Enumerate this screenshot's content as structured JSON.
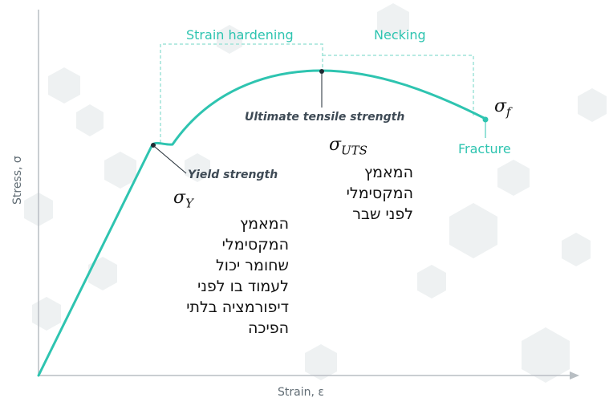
{
  "axes": {
    "y_label": "Stress, σ",
    "x_label": "Strain, ε"
  },
  "regions": {
    "strain_hardening": "Strain hardening",
    "necking": "Necking"
  },
  "points": {
    "yield_strength": "Yield strength",
    "ultimate_tensile_strength": "Ultimate tensile strength",
    "fracture": "Fracture"
  },
  "symbols": {
    "sigma_y": {
      "base": "σ",
      "sub": "Y"
    },
    "sigma_uts": {
      "base": "σ",
      "sub": "UTS"
    },
    "sigma_f": {
      "base": "σ",
      "sub": "f"
    }
  },
  "notes": {
    "yield_hebrew": "המאמץ\nהמקסימלי\nשחומר יכול\nלעמוד בו לפני\nדיפורמציה בלתי\nהפיכה",
    "uts_hebrew": "המאמץ\nהמקסימלי\nלפני שבר"
  },
  "colors": {
    "curve": "#2ec4b0",
    "axis": "#b8bec3",
    "dashed_box": "#9fe3d8",
    "marker": "#1f2a33",
    "hexagons": "#eef1f2"
  }
}
